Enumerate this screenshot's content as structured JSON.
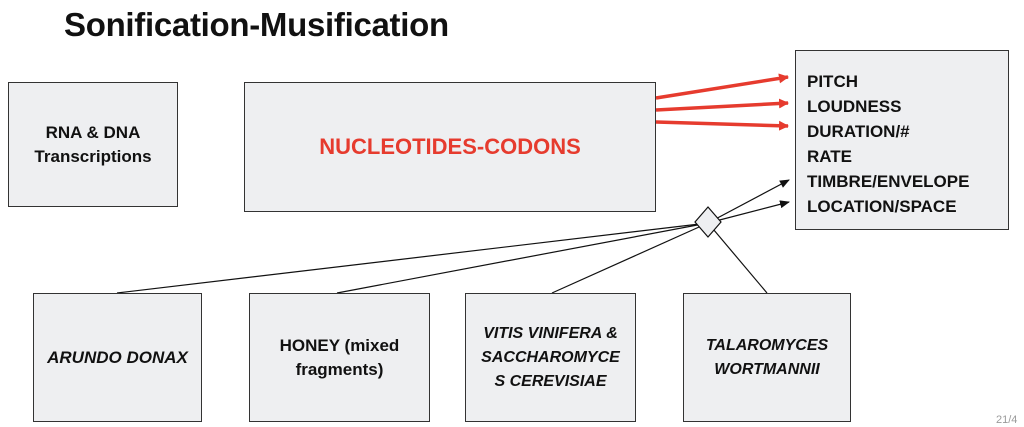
{
  "title": "Sonification-Musification",
  "source_box": {
    "lines": [
      "RNA & DNA",
      "Transcriptions"
    ]
  },
  "nucleotides_box": {
    "label": "NUCLEOTIDES-CODONS"
  },
  "parameters": [
    "PITCH",
    "LOUDNESS",
    "DURATION/#",
    "RATE",
    "TIMBRE/ENVELOPE",
    "LOCATION/SPACE"
  ],
  "organisms": [
    {
      "lines": [
        "ARUNDO DONAX"
      ]
    },
    {
      "lines": [
        "HONEY (mixed",
        "fragments)"
      ]
    },
    {
      "lines": [
        "VITIS VINIFERA &",
        "SACCHAROMYCE",
        "S CEREVISIAE"
      ]
    },
    {
      "lines": [
        "TALAROMYCES",
        "WORTMANNII"
      ]
    }
  ],
  "page_number": "21/4",
  "colors": {
    "accent_red": "#e63b2e",
    "box_fill": "#eeeff1",
    "border": "#333333"
  }
}
